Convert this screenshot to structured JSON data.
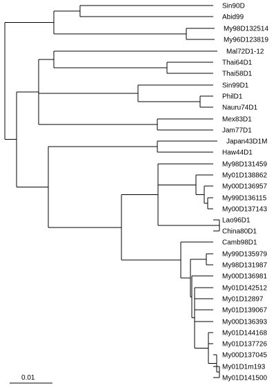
{
  "figure": {
    "type": "phylogenetic-tree",
    "scale_bar_label": "0.01"
  },
  "leaves": [
    "Sin90D",
    "Abid99",
    "My98D132514",
    "My96D123819",
    "Mal72D1-12",
    "Thai64D1",
    "Thai58D1",
    "Sin99D1",
    "PhilD1",
    "Nauru74D1",
    "Mex83D1",
    "Jam77D1",
    "Japan43D1M",
    "Haw44D1",
    "My98D131459",
    "My01D138862",
    "My00D136957",
    "My99D136115",
    "My00D137143",
    "Lao96D1",
    "China80D1",
    "Camb98D1",
    "My99D135979",
    "My98D131987",
    "My00D136981",
    "My01D142512",
    "My01D12897",
    "My01D139067",
    "My00D136393",
    "My01D144168",
    "My01D137726",
    "My00D137045",
    "My01D1m193",
    "My01D141500"
  ]
}
